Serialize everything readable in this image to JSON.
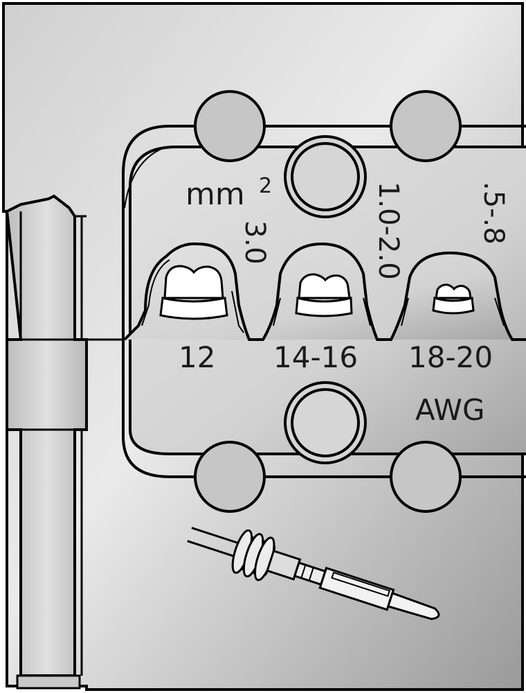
{
  "diagram": {
    "unit_metric": "mm",
    "unit_metric_sup": "2",
    "unit_awg": "AWG",
    "cavities": [
      {
        "awg": "12",
        "mm2": "3.0"
      },
      {
        "awg": "14-16",
        "mm2": "1.0-2.0"
      },
      {
        "awg": "18-20",
        "mm2": ".5-.8"
      }
    ]
  },
  "colors": {
    "metal_light": "#e4e4e4",
    "metal_dark": "#8c8c8c",
    "outline": "#000000",
    "crimp_white": "#ffffff"
  }
}
